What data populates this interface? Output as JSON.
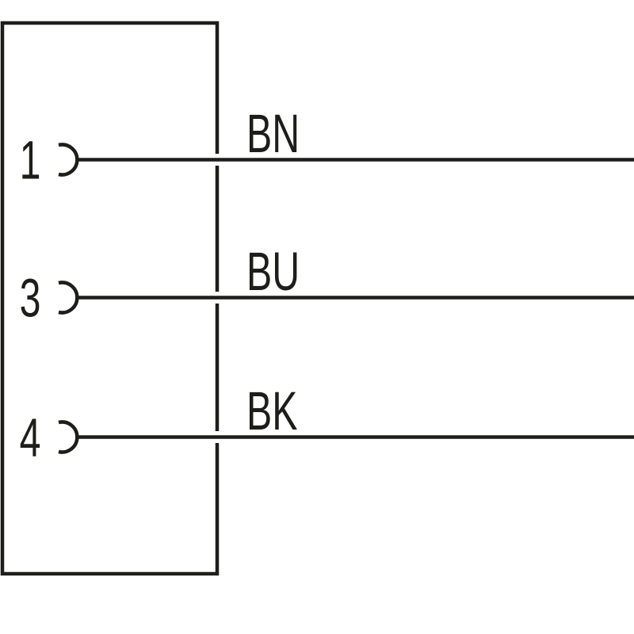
{
  "diagram": {
    "kind": "connector-pinout-wiring-diagram"
  },
  "colors": {
    "line": "#1d1d1b",
    "background": "#ffffff"
  },
  "pins": [
    {
      "number": "1",
      "wire_label": "BN"
    },
    {
      "number": "3",
      "wire_label": "BU"
    },
    {
      "number": "4",
      "wire_label": "BK"
    }
  ]
}
